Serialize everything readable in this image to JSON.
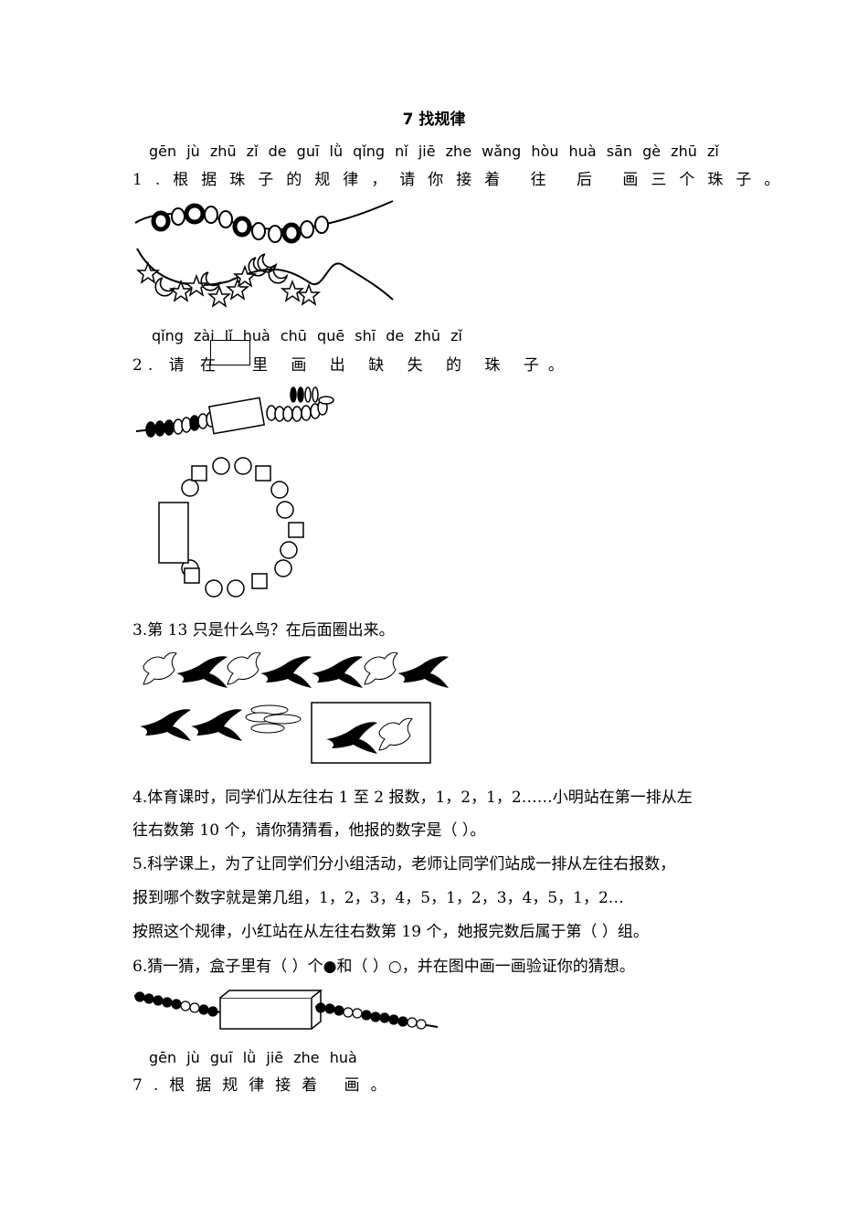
{
  "title": "7  找规律",
  "q1": {
    "pinyin": "gēn  jù  zhū  zǐ  de  guī  lǜ    qǐng  nǐ  jiē  zhe  wǎng  hòu  huà  sān  gè  zhū  zǐ",
    "text": "1.根据珠子的规律，请你接着 往 后 画三个珠子。"
  },
  "q2": {
    "pinyin": "qǐng  zài            lǐ   huà  chū  quē  shī  de  zhū  zǐ",
    "text_a": "2. 请 在",
    "text_b": "里 画 出 缺 失 的 珠 子。"
  },
  "q3": {
    "text": "3.第 13 只是什么鸟？在后面圈出来。"
  },
  "q4": {
    "line1": "4.体育课时，同学们从左往右 1 至 2 报数，1，2，1，2……小明站在第一排从左",
    "line2": "往右数第 10 个，请你猜猜看，他报的数字是（      ）。"
  },
  "q5": {
    "line1": "5.科学课上，为了让同学们分小组活动，老师让同学们站成一排从左往右报数，",
    "line2": "报到哪个数字就是第几组，1，2，3，4，5，1，2，3，4，5，1，2…",
    "line3": "按照这个规律，小红站在从左往右数第 19 个，她报完数后属于第（      ）组。"
  },
  "q6": {
    "text": "6.猜一猜，盒子里有（      ）个●和（      ）○，并在图中画一画验证你的猜想。"
  },
  "q7": {
    "pinyin": "gēn  jù  guī  lǜ  jiē  zhe  huà",
    "text": "7.根据规律接着 画。"
  }
}
